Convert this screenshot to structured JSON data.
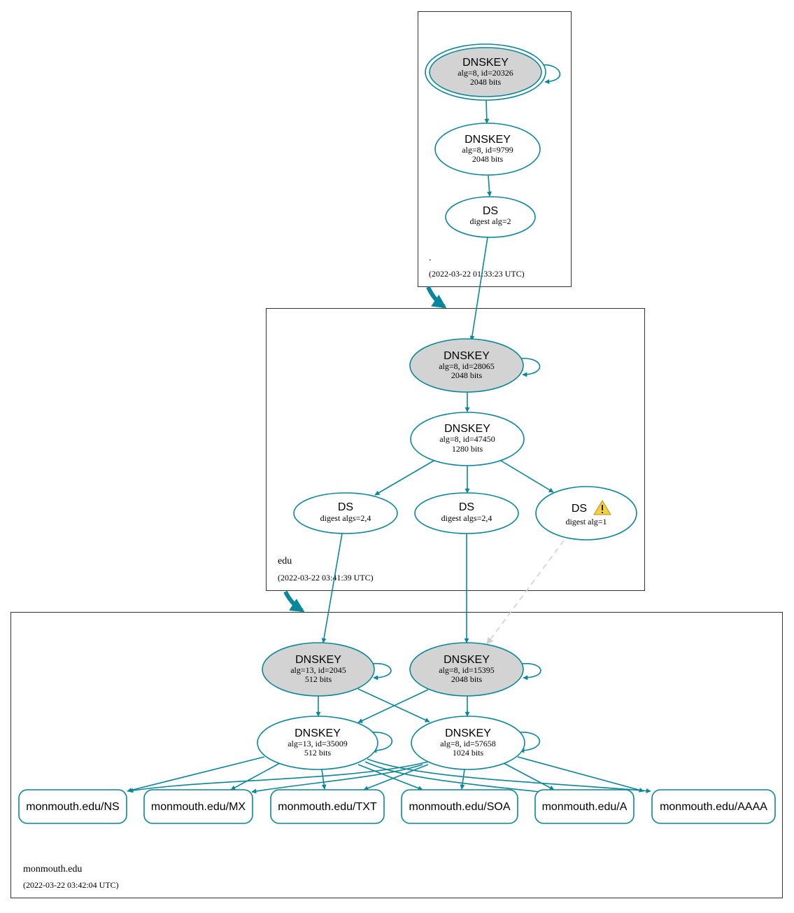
{
  "colors": {
    "edge": "#0a879a",
    "ksk_fill": "#d3d3d3",
    "node_fill": "#ffffff",
    "zone_border": "#333333",
    "insecure_edge": "#d0d0d0",
    "warning": "#f4d03f"
  },
  "zones": {
    "root": {
      "name": ".",
      "timestamp": "(2022-03-22 01:33:23 UTC)"
    },
    "edu": {
      "name": "edu",
      "timestamp": "(2022-03-22 03:41:39 UTC)"
    },
    "monmouth": {
      "name": "monmouth.edu",
      "timestamp": "(2022-03-22 03:42:04 UTC)"
    }
  },
  "nodes": {
    "root_ksk": {
      "title": "DNSKEY",
      "line1": "alg=8, id=20326",
      "line2": "2048 bits"
    },
    "root_zsk": {
      "title": "DNSKEY",
      "line1": "alg=8, id=9799",
      "line2": "2048 bits"
    },
    "root_ds": {
      "title": "DS",
      "line1": "digest alg=2"
    },
    "edu_ksk": {
      "title": "DNSKEY",
      "line1": "alg=8, id=28065",
      "line2": "2048 bits"
    },
    "edu_zsk": {
      "title": "DNSKEY",
      "line1": "alg=8, id=47450",
      "line2": "1280 bits"
    },
    "edu_ds1": {
      "title": "DS",
      "line1": "digest algs=2,4"
    },
    "edu_ds2": {
      "title": "DS",
      "line1": "digest algs=2,4"
    },
    "edu_ds3": {
      "title": "DS",
      "line1": "digest alg=1",
      "warning_icon": "warning-triangle-icon"
    },
    "mm_ksk13": {
      "title": "DNSKEY",
      "line1": "alg=13, id=2045",
      "line2": "512 bits"
    },
    "mm_ksk8": {
      "title": "DNSKEY",
      "line1": "alg=8, id=15395",
      "line2": "2048 bits"
    },
    "mm_zsk13": {
      "title": "DNSKEY",
      "line1": "alg=13, id=35009",
      "line2": "512 bits"
    },
    "mm_zsk8": {
      "title": "DNSKEY",
      "line1": "alg=8, id=57658",
      "line2": "1024 bits"
    }
  },
  "rrsets": {
    "ns": "monmouth.edu/NS",
    "mx": "monmouth.edu/MX",
    "txt": "monmouth.edu/TXT",
    "soa": "monmouth.edu/SOA",
    "a": "monmouth.edu/A",
    "aaaa": "monmouth.edu/AAAA"
  }
}
